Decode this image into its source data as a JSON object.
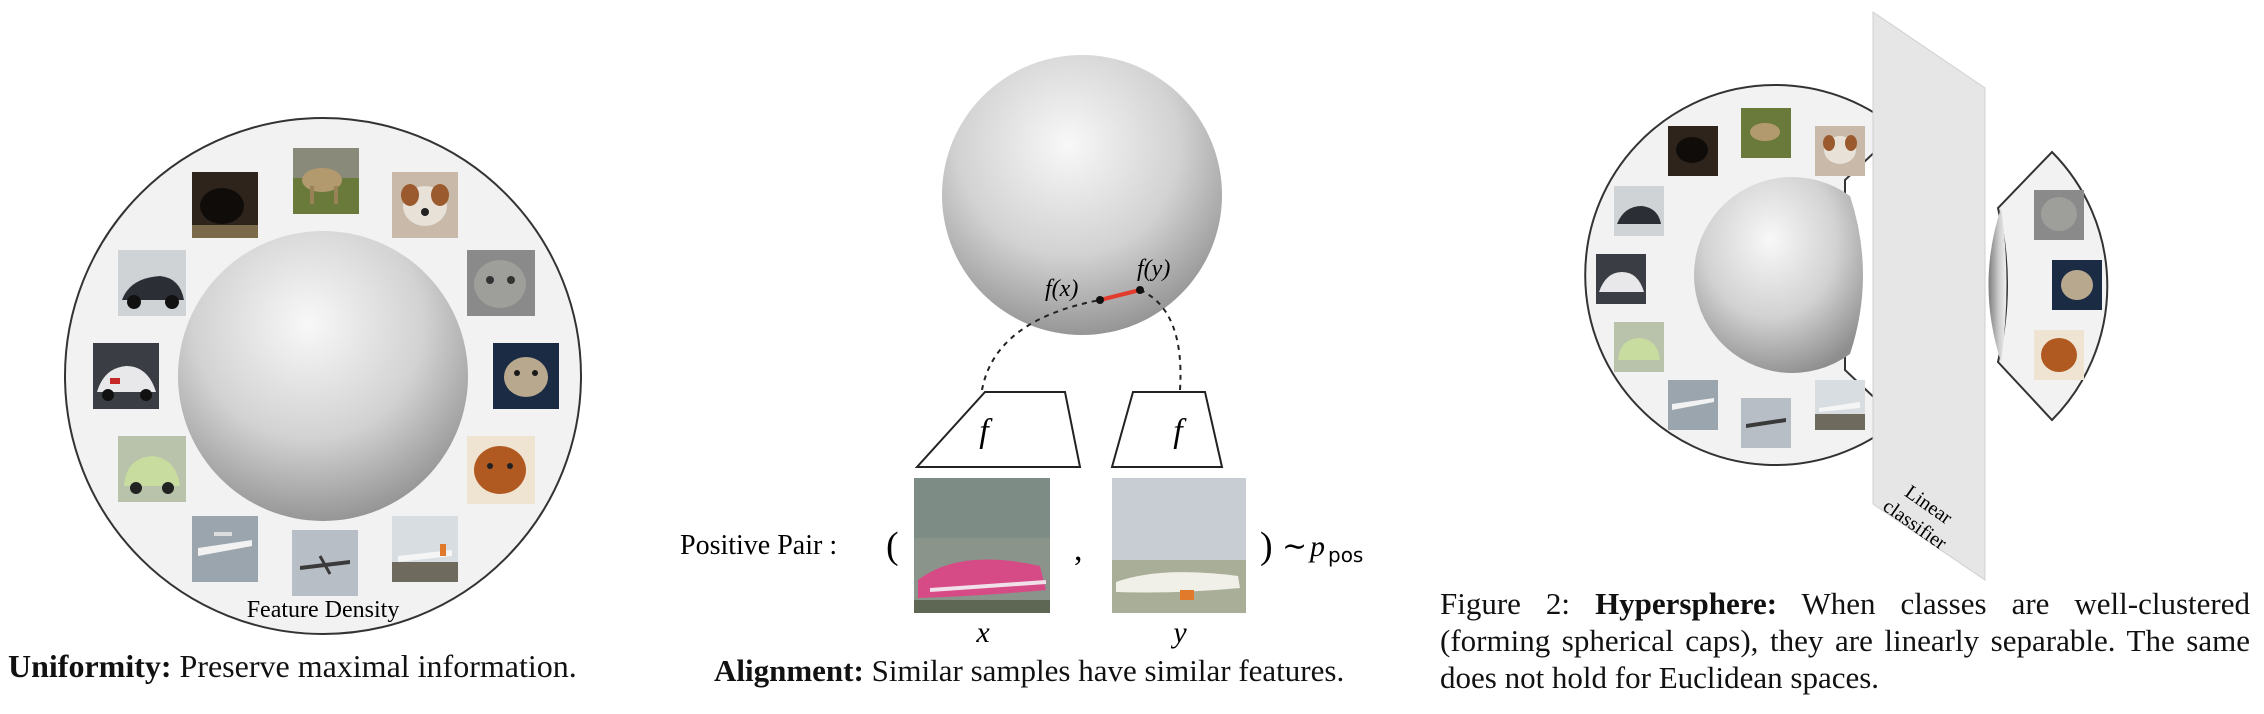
{
  "panel1": {
    "ring_label": "Feature Density",
    "caption_bold": "Uniformity:",
    "caption_text": " Preserve maximal information."
  },
  "panel2": {
    "fx_label": "f(x)",
    "fy_label": "f(y)",
    "encoder_label": "f",
    "positive_pair_label": "Positive Pair :",
    "paren_open": "(",
    "comma": ",",
    "paren_close": ")",
    "sim": "∼",
    "p_sub_label": "p",
    "pos_sub_label": "pos",
    "x_label": "x",
    "y_label": "y",
    "caption_bold": "Alignment:",
    "caption_text": " Similar samples have similar features."
  },
  "panel3": {
    "classifier_label_line1": "Linear",
    "classifier_label_line2": "classifier",
    "caption_prefix": "Figure 2: ",
    "caption_bold": "Hypersphere:",
    "caption_text": " When classes are well-clustered (forming spherical caps), they are linearly separable. The same does not hold for Euclidean spaces."
  },
  "colors": {
    "sphere_light": "#f7f7f7",
    "sphere_dark": "#8a8a8a",
    "ring_fill": "#f2f2f2",
    "alignment_line": "#e23b2e",
    "plane_fill": "#e6e6e6"
  }
}
